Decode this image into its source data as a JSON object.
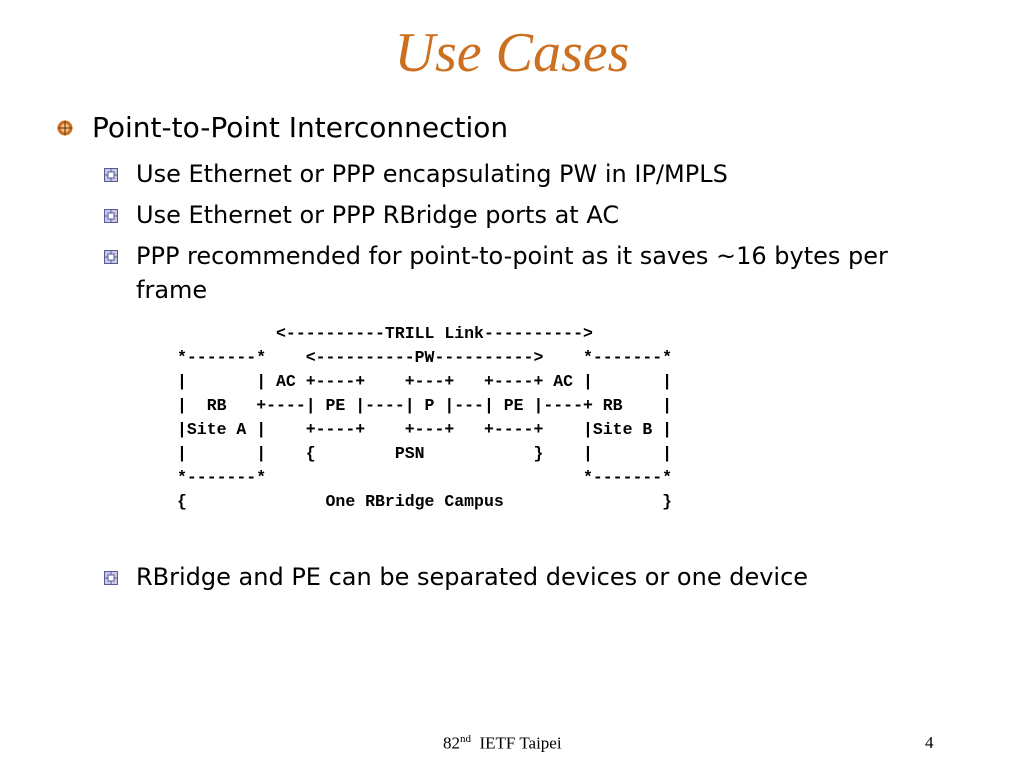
{
  "title": "Use Cases",
  "level1": {
    "text": "Point-to-Point Interconnection"
  },
  "level2": [
    {
      "text": "Use Ethernet or PPP encapsulating PW in IP/MPLS"
    },
    {
      "text": "Use Ethernet or PPP RBridge ports at AC"
    },
    {
      "text": "PPP recommended for point-to-point as it saves ~16 bytes per frame"
    },
    {
      "text": "RBridge and PE can be separated devices or one device"
    }
  ],
  "diagram": {
    "lines": [
      "          <----------TRILL Link---------->",
      "*-------*    <----------PW---------->    *-------*",
      "|       | AC +----+    +---+   +----+ AC |       |",
      "|  RB   +----| PE |----| P |---| PE |----+ RB    |",
      "|Site A |    +----+    +---+   +----+    |Site B |",
      "|       |    {        PSN           }    |       |",
      "*-------*                                *-------*",
      "{              One RBridge Campus                }"
    ]
  },
  "footer": {
    "meeting_number": "82",
    "meeting_suffix": "nd",
    "meeting_name": "IETF Taipei",
    "page": "4"
  },
  "colors": {
    "title": "#cc6f1e",
    "l1_bullet": "#cc6f1e",
    "l2_bullet": "#5a5a9a"
  }
}
